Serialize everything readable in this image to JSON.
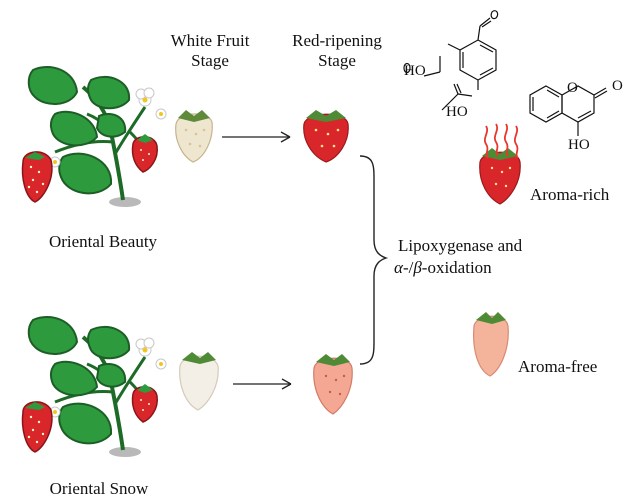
{
  "stage_labels": {
    "white_fruit_line1": "White Fruit",
    "white_fruit_line2": "Stage",
    "red_ripening_line1": "Red-ripening",
    "red_ripening_line2": "Stage"
  },
  "varieties": {
    "top": "Oriental Beauty",
    "bottom": "Oriental Snow"
  },
  "process": {
    "line1": "Lipoxygenase and",
    "alpha": "α",
    "sep1": "-/",
    "beta": "β",
    "suffix": "-oxidation"
  },
  "outcomes": {
    "rich": "Aroma-rich",
    "free": "Aroma-free"
  },
  "molecule_labels": {
    "oh_hydroxymethyl": "HO",
    "oh_carbonate": "HO",
    "o_ring": "O",
    "o_carbonyl": "O",
    "oh_coumarin": "HO"
  },
  "colors": {
    "strawberry_red": "#d9262b",
    "pale_pink": "#f4b49c",
    "white_berry": "#f2ebdc",
    "leaf_green": "#2e9a3e",
    "leaf_outline": "#1c5e26",
    "aroma_lines": "#e8372e"
  }
}
